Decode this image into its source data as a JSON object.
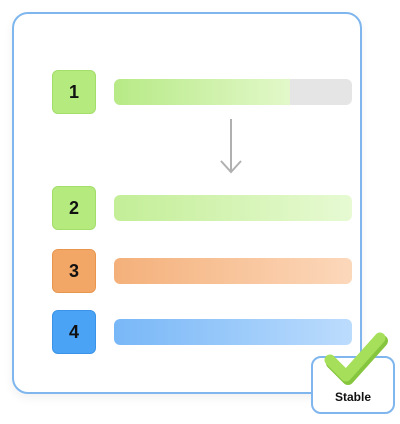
{
  "steps": [
    {
      "label": "1",
      "progress": 0.74,
      "badge_color": "#b5ea7e",
      "badge_border": "#a3dd6a",
      "bar_start": "#b7ea86",
      "bar_end": "#e2f8c9",
      "track_color": "#e5e5e5"
    },
    {
      "label": "2",
      "progress": 1.0,
      "badge_color": "#b5ea7e",
      "badge_border": "#a3dd6a",
      "bar_start": "#c3ee97",
      "bar_end": "#e7fad3",
      "track_color": "#eef7e4"
    },
    {
      "label": "3",
      "progress": 1.0,
      "badge_color": "#f3a767",
      "badge_border": "#e8964f",
      "bar_start": "#f4b07a",
      "bar_end": "#fcd8bb",
      "track_color": "#fde8d8"
    },
    {
      "label": "4",
      "progress": 1.0,
      "badge_color": "#4aa3f5",
      "badge_border": "#3a93e6",
      "bar_start": "#78b7f7",
      "bar_end": "#bcdcfd",
      "track_color": "#dcecfd"
    }
  ],
  "status": {
    "label": "Stable"
  },
  "colors": {
    "card_border": "#7fb6ee",
    "arrow": "#b0b0b0",
    "check": "#a6e05a"
  },
  "icons": {
    "arrow": "arrow-down-icon",
    "check": "checkmark-icon"
  }
}
